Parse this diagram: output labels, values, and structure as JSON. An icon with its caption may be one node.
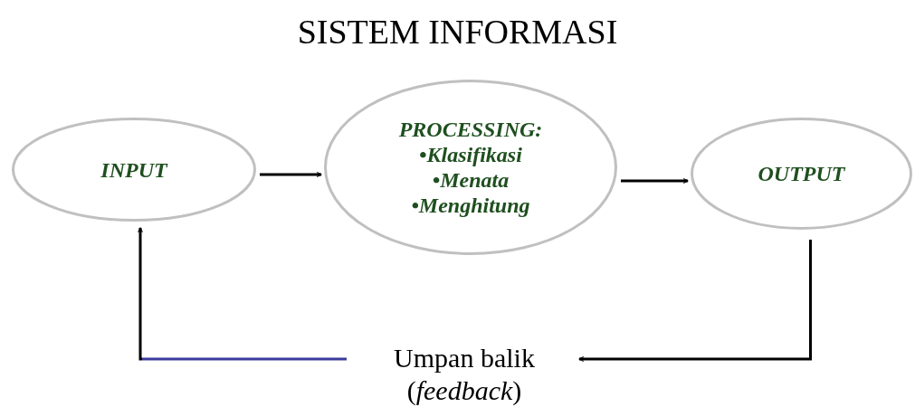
{
  "diagram": {
    "title": "SISTEM INFORMASI",
    "nodes": [
      {
        "text": [
          "INPUT"
        ]
      },
      {
        "text": [
          "PROCESSING:",
          "•Klasifikasi",
          "•Menata",
          "•Menghitung"
        ]
      },
      {
        "text": [
          "OUTPUT"
        ]
      },
      {
        "text": [
          "Umpan balik (*feedback*)"
        ]
      }
    ],
    "edges": [
      {
        "from": 0,
        "to": 1,
        "arrow": "to"
      },
      {
        "from": 1,
        "to": 2,
        "arrow": "to"
      },
      {
        "from": 2,
        "to": 3,
        "arrow": "to"
      },
      {
        "from": 3,
        "to": 0,
        "arrow": "to",
        "color": "#3a3a9c"
      }
    ]
  }
}
